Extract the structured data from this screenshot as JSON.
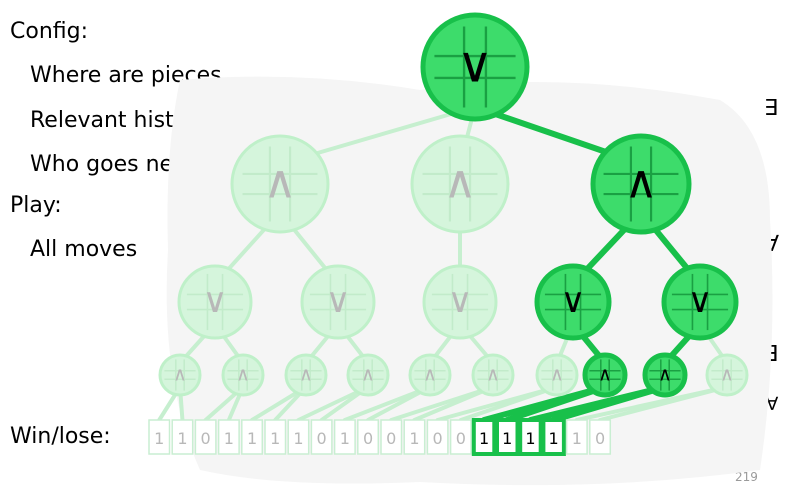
{
  "labels": {
    "config_header": "Config:",
    "config_items": [
      "Where are pieces",
      "Relevant history",
      "Who goes next"
    ],
    "play_header": "Play:",
    "play_items": [
      "All moves"
    ],
    "win_lose": "Win/lose:"
  },
  "quantifiers": [
    "∃",
    "∀",
    "∃",
    "∀"
  ],
  "tree": {
    "root": "∨",
    "level1": [
      "∧",
      "∧",
      "∧"
    ],
    "level2": [
      "∨",
      "∨",
      "∨",
      "∨",
      "∨"
    ],
    "level3": [
      "∧",
      "∧",
      "∧",
      "∧",
      "∧",
      "∧",
      "∧",
      "∧",
      "∧",
      "∧"
    ],
    "highlighted_level1": 2,
    "highlighted_level2": [
      3,
      4
    ],
    "highlighted_level3": [
      7,
      8
    ]
  },
  "leaves": [
    "1",
    "1",
    "0",
    "1",
    "1",
    "1",
    "1",
    "0",
    "1",
    "0",
    "0",
    "1",
    "0",
    "0",
    "1",
    "1",
    "1",
    "1",
    "1",
    "0"
  ],
  "highlighted_leaves": [
    14,
    15,
    16,
    17
  ],
  "page_number": "219",
  "colors": {
    "highlight_fill": "#3ddc6b",
    "highlight_stroke": "#18c04a",
    "faded_fill": "#d5f5dc",
    "faded_stroke": "#bff0c9",
    "faded_text": "#b8b8b8"
  }
}
